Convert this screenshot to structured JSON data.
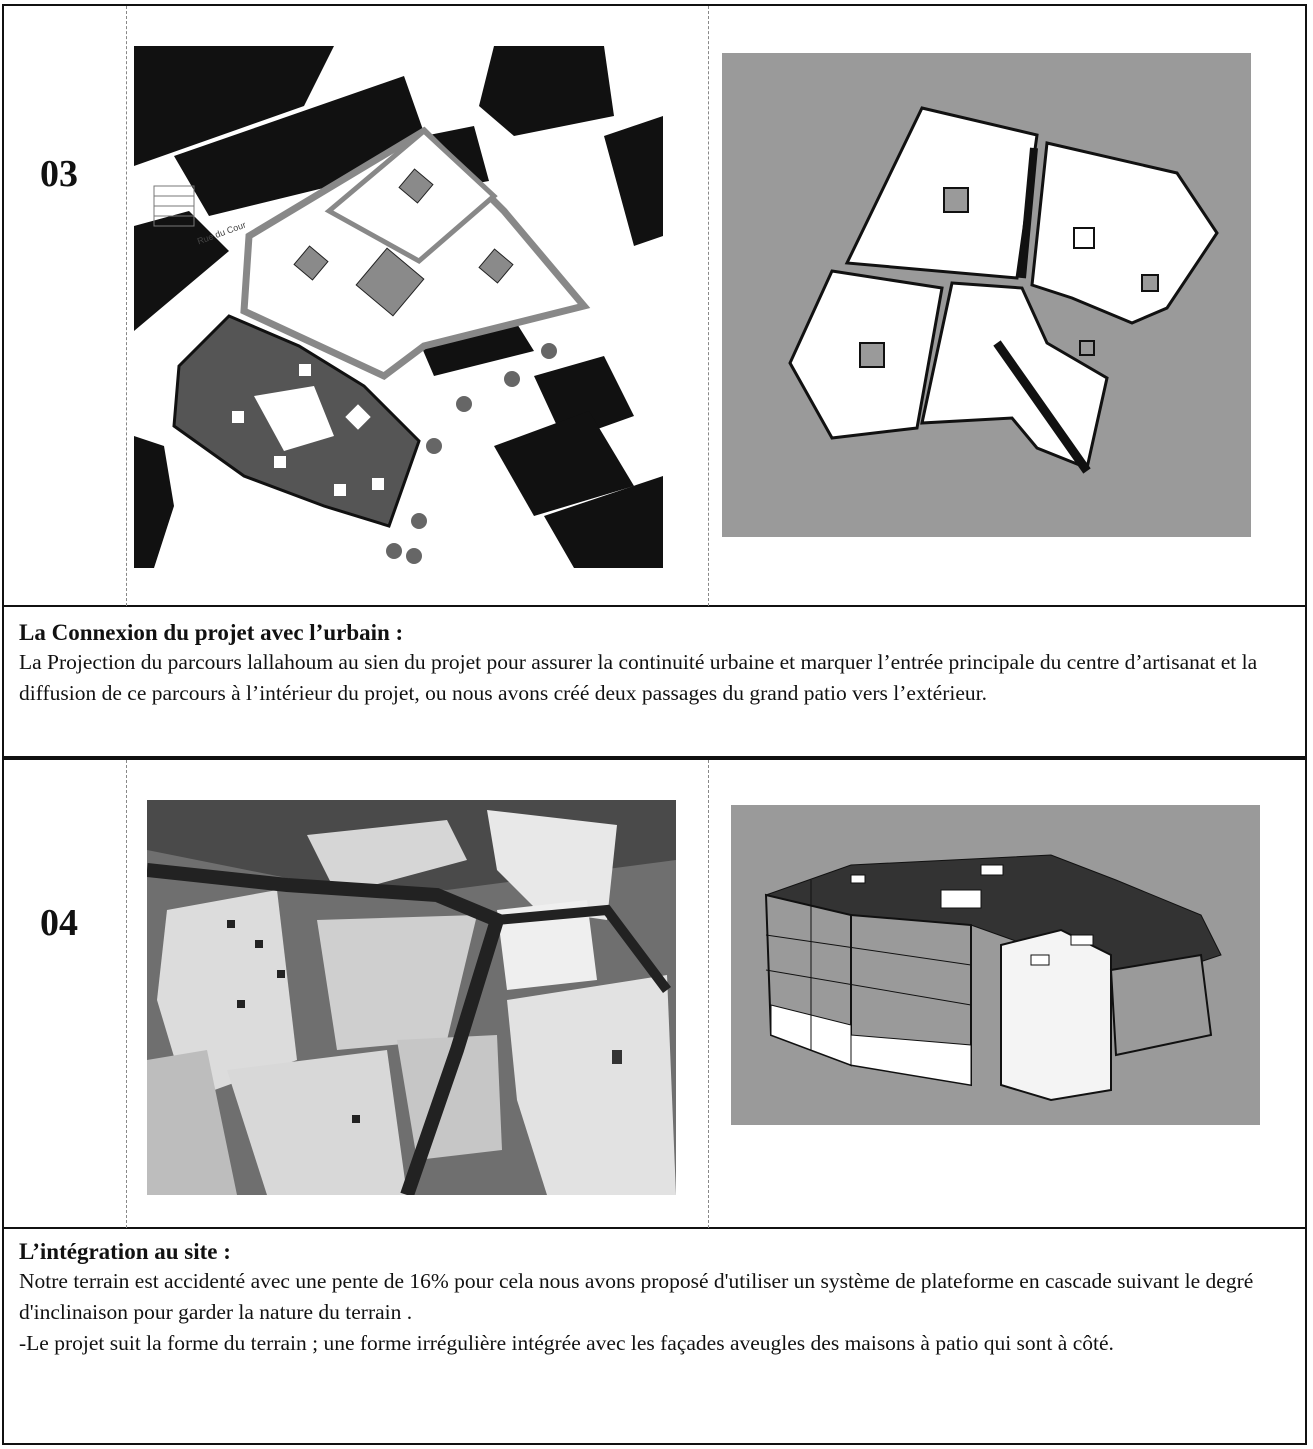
{
  "section_03": {
    "number": "03",
    "heading": "La Connexion du projet avec l’urbain :",
    "paragraph": "La Projection du parcours lallahoum au sien du projet pour assurer la continuité urbaine  et  marquer l’entrée principale du centre d’artisanat et la diffusion de ce parcours à l’intérieur du projet, ou nous avons créé deux passages du grand patio vers l’extérieur.",
    "plan_street_label": "Rue du Cour"
  },
  "section_04": {
    "number": "04",
    "heading": "L’intégration au site :",
    "paragraph_1": "Notre terrain est accidenté avec une pente de 16% pour cela nous avons   proposé d'utiliser un système de plateforme en cascade suivant le degré d'inclinaison pour garder la nature du terrain .",
    "paragraph_2": "-Le projet suit la forme du terrain ; une forme irrégulière intégrée avec les  façades  aveugles des maisons à patio qui sont  à côté."
  },
  "colors": {
    "border": "#111111",
    "model_grey": "#9a9a9a",
    "plan_grey": "#8a8a8a"
  }
}
